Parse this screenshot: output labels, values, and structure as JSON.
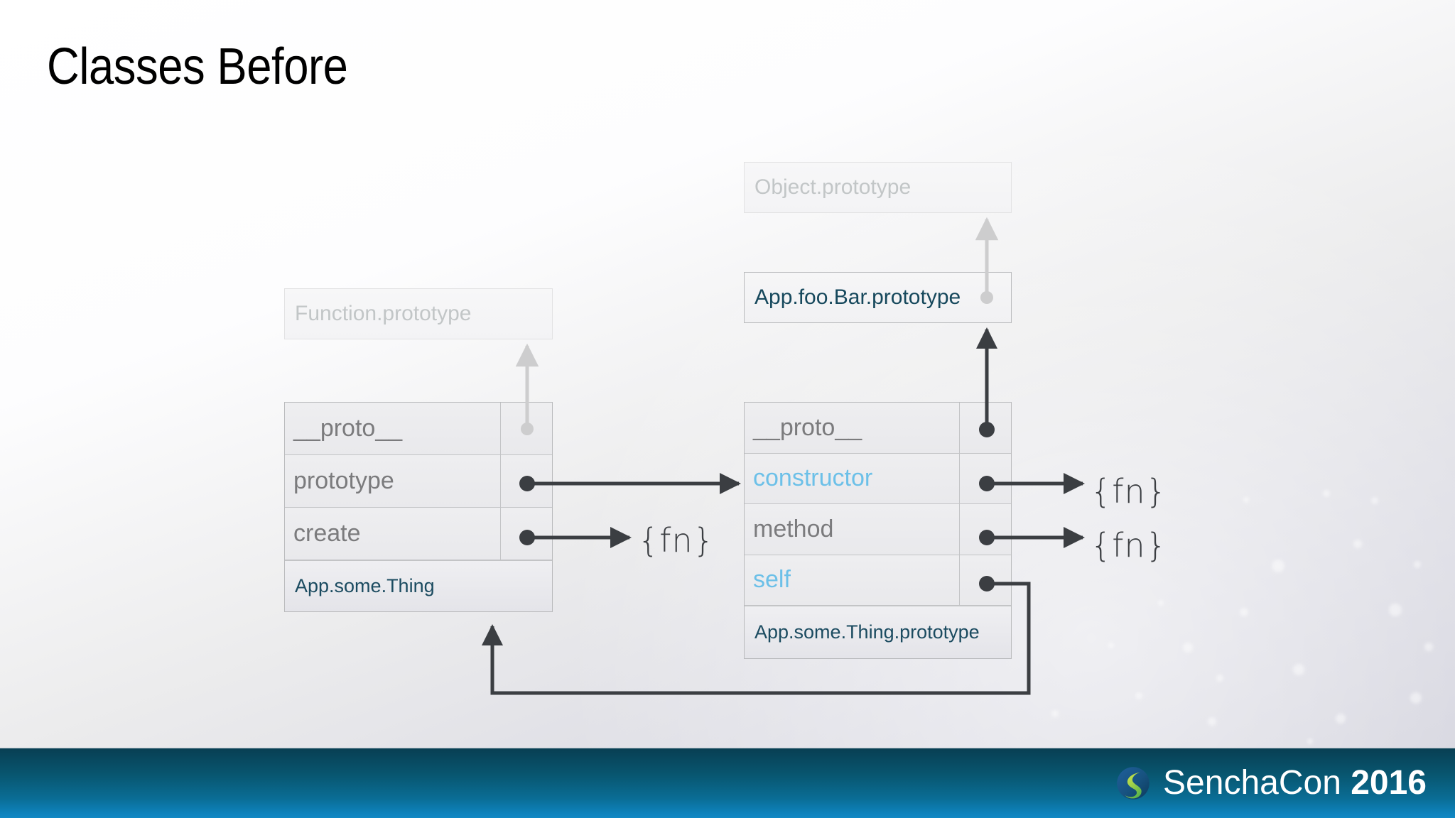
{
  "slide": {
    "title": "Classes Before"
  },
  "diagram": {
    "function_prototype_box": {
      "label": "Function.prototype"
    },
    "object_prototype_box": {
      "label": "Object.prototype"
    },
    "app_foo_bar_prototype_box": {
      "label": "App.foo.Bar.prototype"
    },
    "left_table": {
      "footer": "App.some.Thing",
      "rows": [
        {
          "key": "__proto__",
          "accent": false,
          "connector": "proto-up-faded"
        },
        {
          "key": "prototype",
          "accent": false,
          "connector": "to-constructor"
        },
        {
          "key": "create",
          "accent": false,
          "connector": "to-fn"
        }
      ]
    },
    "right_table": {
      "footer": "App.some.Thing.prototype",
      "rows": [
        {
          "key": "__proto__",
          "accent": false,
          "connector": "proto-up-solid"
        },
        {
          "key": "constructor",
          "accent": true,
          "connector": "to-fn"
        },
        {
          "key": "method",
          "accent": false,
          "connector": "to-fn"
        },
        {
          "key": "self",
          "accent": true,
          "connector": "loop-back-to-left-table"
        }
      ]
    },
    "fn_labels": [
      {
        "id": "fn-create",
        "text": "{fn}"
      },
      {
        "id": "fn-constructor",
        "text": "{fn}"
      },
      {
        "id": "fn-method",
        "text": "{fn}"
      }
    ]
  },
  "footer": {
    "brand_name_light": "SenchaCon",
    "brand_name_bold": "2016",
    "logo_icon": "sencha-sphere-leaf-logo"
  },
  "colors": {
    "title_text": "#000000",
    "muted_label": "#c2c6c7",
    "dark_teal_label": "#16485c",
    "key_gray": "#7b7b7d",
    "accent_blue": "#6cc0e8",
    "wire_dark": "#3b3e42",
    "wire_faded": "#cdcdce",
    "footer_top": "#083f53",
    "footer_bottom": "#1188c4"
  }
}
